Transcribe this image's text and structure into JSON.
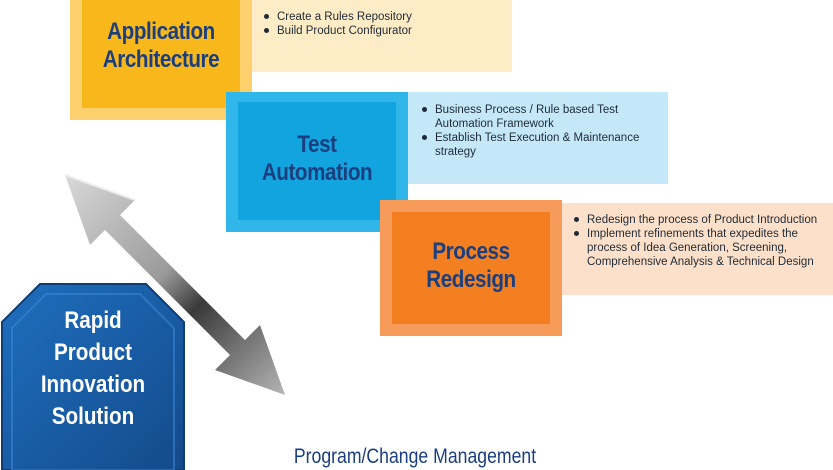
{
  "diagram": {
    "boxes": [
      {
        "title_lines": [
          "Application",
          "Architecture"
        ],
        "bullets": [
          "Create a Rules Repository",
          "Build Product Configurator"
        ],
        "colors": {
          "frame": "#fdd06e",
          "fill": "#f8b71b",
          "panel": "#fdecc6"
        }
      },
      {
        "title_lines": [
          "Test",
          "Automation"
        ],
        "bullets": [
          "Business Process / Rule based Test Automation Framework",
          "Establish Test Execution & Maintenance strategy"
        ],
        "colors": {
          "frame": "#31b6ea",
          "fill": "#12a4df",
          "panel": "#c5e8f9"
        }
      },
      {
        "title_lines": [
          "Process",
          "Redesign"
        ],
        "bullets": [
          "Redesign the process of Product Introduction",
          "Implement refinements that expedites the process of Idea Generation, Screening, Comprehensive Analysis & Technical Design"
        ],
        "colors": {
          "frame": "#f79b5a",
          "fill": "#f37f20",
          "panel": "#fde0c9"
        }
      }
    ],
    "hub": {
      "lines": [
        "Rapid",
        "Product",
        "Innovation",
        "Solution"
      ],
      "color": "#1b5fa8"
    },
    "footer": "Program/Change Management",
    "arrow": {
      "type": "double-headed",
      "color": "#8a8a8a"
    },
    "title_color": "#1b3f7e"
  }
}
